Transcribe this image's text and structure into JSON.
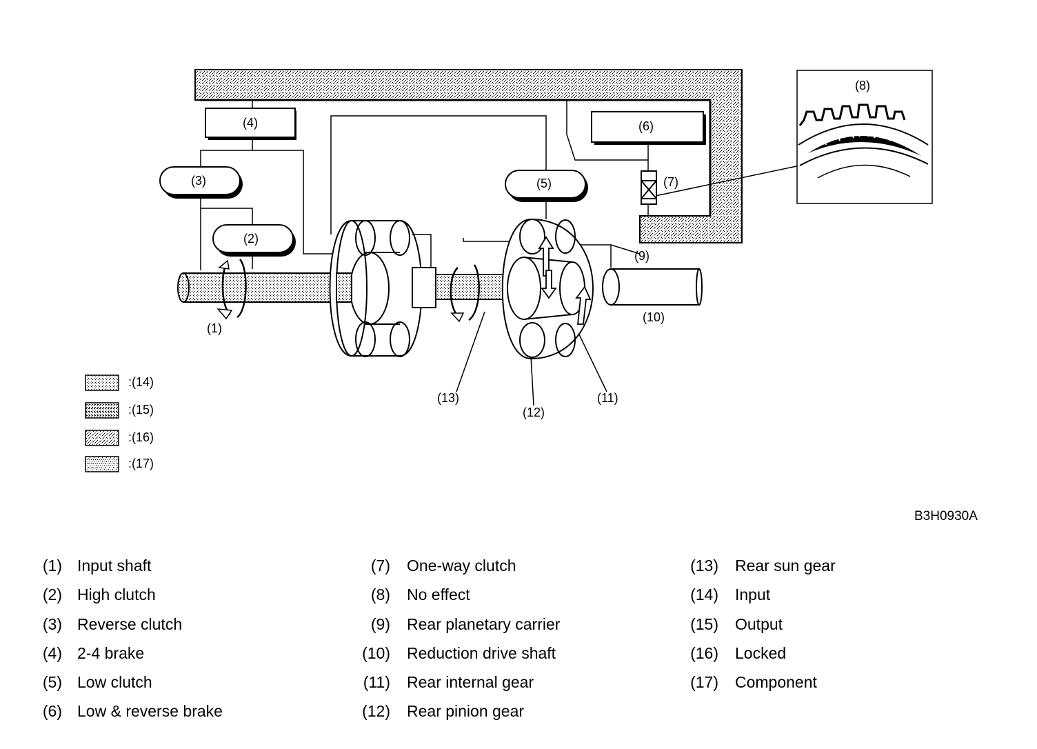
{
  "reference_code": "B3H0930A",
  "callouts": {
    "c1": "(1)",
    "c2": "(2)",
    "c3": "(3)",
    "c4": "(4)",
    "c5": "(5)",
    "c6": "(6)",
    "c7": "(7)",
    "c8": "(8)",
    "c9": "(9)",
    "c10": "(10)",
    "c11": "(11)",
    "c12": "(12)",
    "c13": "(13)"
  },
  "key": [
    {
      "label": ":(14)"
    },
    {
      "label": ":(15)"
    },
    {
      "label": ":(16)"
    },
    {
      "label": ":(17)"
    }
  ],
  "legend": [
    {
      "num": "(1)",
      "text": "Input shaft"
    },
    {
      "num": "(2)",
      "text": "High clutch"
    },
    {
      "num": "(3)",
      "text": "Reverse clutch"
    },
    {
      "num": "(4)",
      "text": "2-4 brake"
    },
    {
      "num": "(5)",
      "text": "Low clutch"
    },
    {
      "num": "(6)",
      "text": "Low & reverse brake"
    },
    {
      "num": "(7)",
      "text": "One-way clutch"
    },
    {
      "num": "(8)",
      "text": "No effect"
    },
    {
      "num": "(9)",
      "text": "Rear planetary carrier"
    },
    {
      "num": "(10)",
      "text": "Reduction drive shaft"
    },
    {
      "num": "(11)",
      "text": "Rear internal gear"
    },
    {
      "num": "(12)",
      "text": "Rear pinion gear"
    },
    {
      "num": "(13)",
      "text": "Rear sun gear"
    },
    {
      "num": "(14)",
      "text": "Input"
    },
    {
      "num": "(15)",
      "text": "Output"
    },
    {
      "num": "(16)",
      "text": "Locked"
    },
    {
      "num": "(17)",
      "text": "Component"
    }
  ]
}
